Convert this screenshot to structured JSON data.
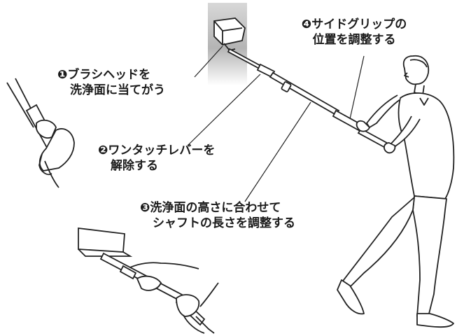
{
  "steps": [
    {
      "number": "❶",
      "lines": [
        "ブラシヘッドを",
        "洗浄面に当てがう"
      ]
    },
    {
      "number": "❷",
      "lines": [
        "ワンタッチレバーを",
        "解除する"
      ]
    },
    {
      "number": "❸",
      "lines": [
        "洗浄面の高さに合わせて",
        "シャフトの長さを調整する"
      ]
    },
    {
      "number": "❹",
      "lines": [
        "サイドグリップの",
        "位置を調整する"
      ]
    }
  ],
  "colors": {
    "line": "#222222",
    "wall_shade": "#9a9a9a",
    "text": "#1a1a1a"
  }
}
